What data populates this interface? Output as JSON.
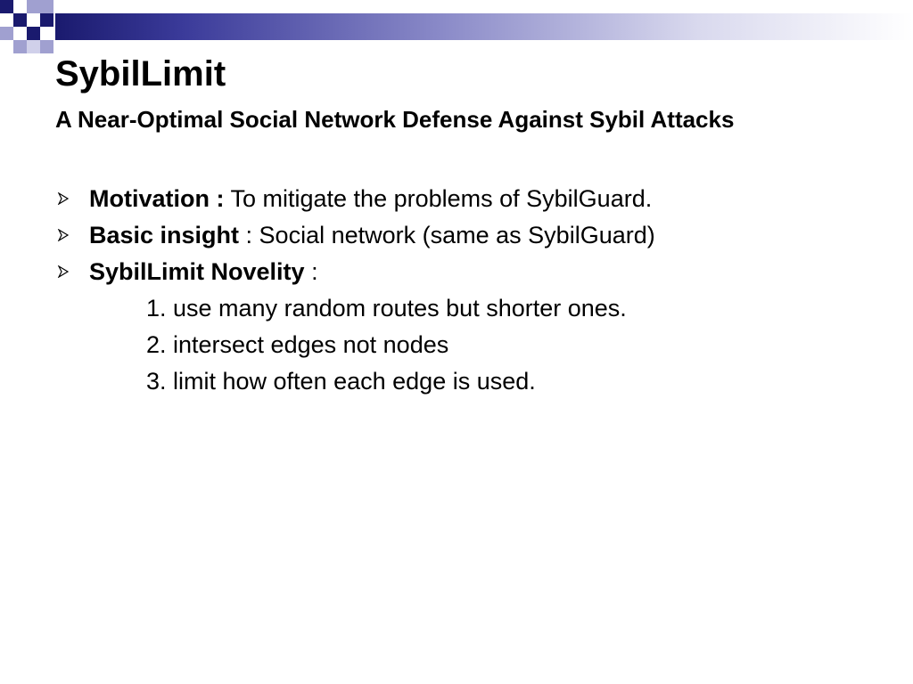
{
  "slide": {
    "title": "SybilLimit",
    "subtitle": "A Near-Optimal Social Network Defense Against Sybil Attacks",
    "bullets": [
      {
        "term": "Motivation :",
        "text": " To mitigate the problems of SybilGuard."
      },
      {
        "term": "Basic insight",
        "text": " : Social network (same as SybilGuard)"
      },
      {
        "term": "SybilLimit Novelity",
        "text": " :"
      }
    ],
    "sub_items": [
      "1. use many random routes but shorter ones.",
      "2. intersect edges not nodes",
      "3. limit how often each edge is used."
    ]
  },
  "theme": {
    "bullet_icon": "arrow-bullet-icon",
    "accent_dark": "#1a1a6e",
    "accent_light": "#8a8ac8"
  }
}
